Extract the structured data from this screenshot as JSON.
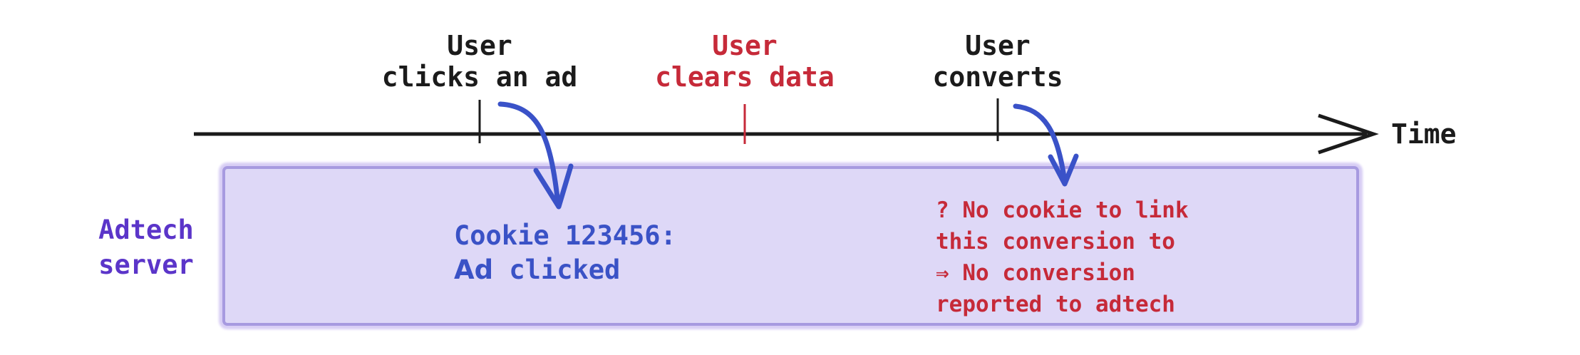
{
  "timeline": {
    "axis_label": "Time",
    "events": [
      {
        "line1": "User",
        "line2": "clicks an ad",
        "style": "normal"
      },
      {
        "line1": "User",
        "line2": "clears data",
        "style": "cleared"
      },
      {
        "line1": "User",
        "line2": "converts",
        "style": "normal"
      }
    ]
  },
  "lane": {
    "label_line1": "Adtech",
    "label_line2": "server"
  },
  "annotations": {
    "cookie_note_line1": "Cookie 123456:",
    "cookie_note_line2a": "Ad",
    "cookie_note_line2b": "clicked",
    "failure_note_line1": "? No cookie to link",
    "failure_note_line2": "this conversion to",
    "failure_note_line3": "⇒ No conversion",
    "failure_note_line4": "reported to adtech"
  },
  "colors": {
    "event-black": "#1b1b1b",
    "axis-black": "#1b1b1b",
    "event-red": "#c62a39",
    "note-blue": "#3a52c6",
    "arrow-blue": "#3a52c8",
    "lane-purple": "#5b35c9",
    "box-fill": "#ded8f7",
    "box-border": "#a79ae0",
    "box-halo": "#d8cef5"
  }
}
